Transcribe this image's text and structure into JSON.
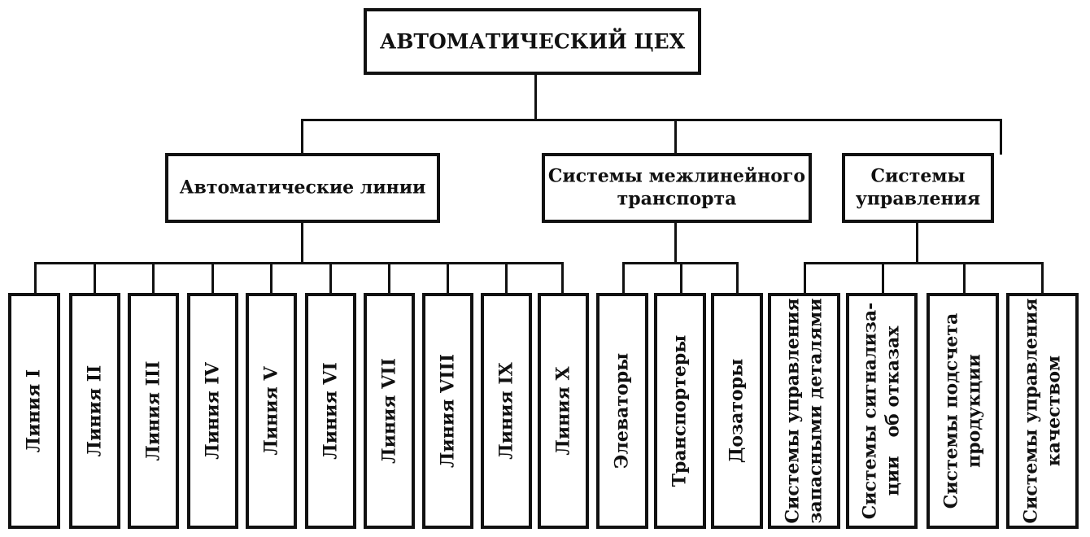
{
  "root": {
    "label": "АВТОМАТИЧЕСКИЙ ЦЕХ"
  },
  "groups": {
    "lines": {
      "label": "Автоматические линии"
    },
    "transport": {
      "line1": "Системы межлинейного",
      "line2": "транспорта"
    },
    "control": {
      "line1": "Системы",
      "line2": "управления"
    }
  },
  "lines": [
    "Линия I",
    "Линия II",
    "Линия III",
    "Линия IV",
    "Линия V",
    "Линия VI",
    "Линия VII",
    "Линия VIII",
    "Линия IX",
    "Линия X"
  ],
  "transport_items": [
    "Элеваторы",
    "Транспортеры",
    "Дозаторы"
  ],
  "control_items": [
    {
      "line1": "Системы управления",
      "line2": "запасными деталями"
    },
    {
      "line1": "Системы сигнализа-",
      "line2": "ции   об отказах"
    },
    {
      "line1": "Системы подсчета",
      "line2": "продукции"
    },
    {
      "line1": "Системы управления",
      "line2": "качеством"
    }
  ]
}
